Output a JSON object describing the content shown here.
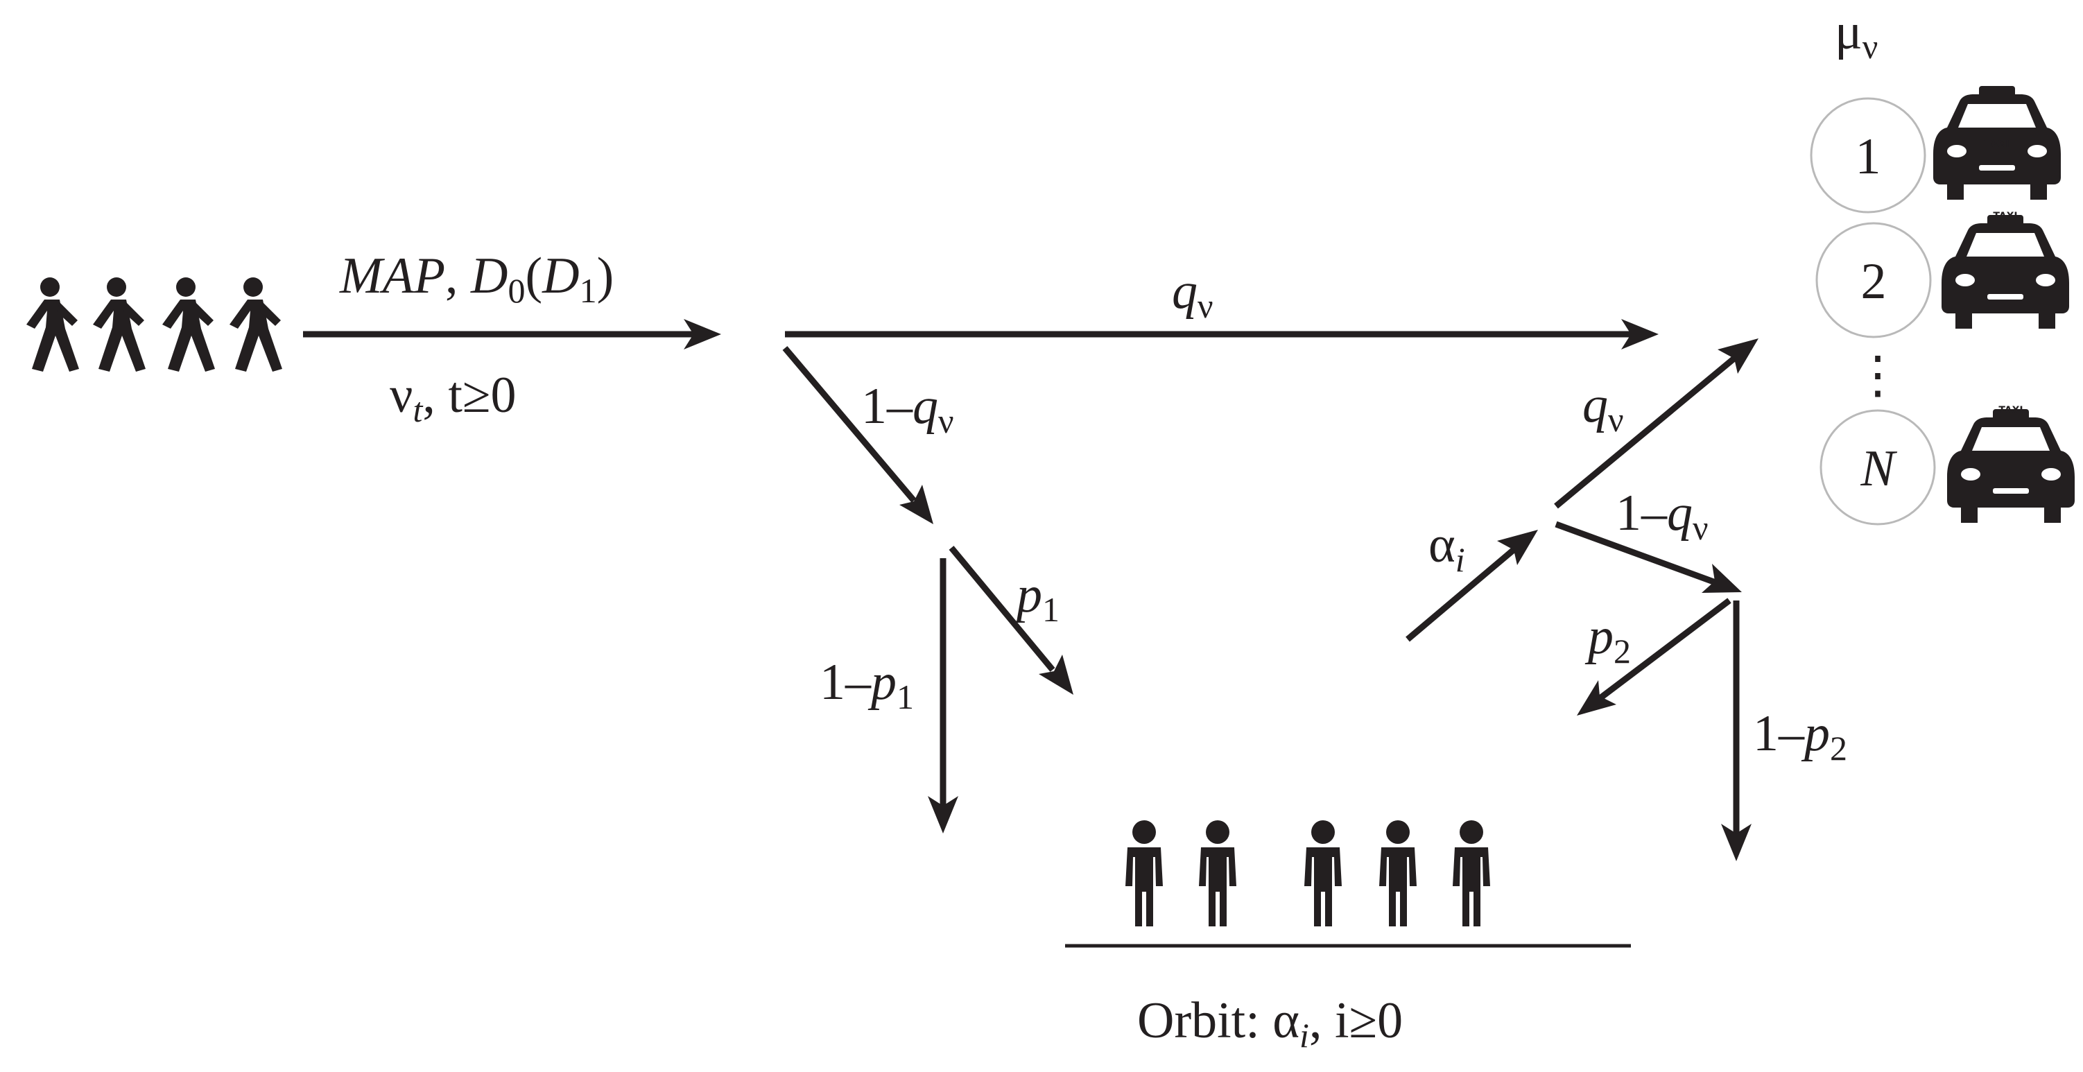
{
  "arrival": {
    "process_main": "MAP",
    "process_sep": ",",
    "d0_letter": "D",
    "d0_sub": "0",
    "paren_open": "(",
    "d1_letter": "D",
    "d1_sub": "1",
    "paren_close": ")",
    "rate_letter": "ν",
    "rate_sub": "t",
    "time_cond": ", t≥0"
  },
  "edges": {
    "top_q": "q",
    "top_q_sub": "ν",
    "left_1mq_prefix": "1–",
    "left_1mq_letter": "q",
    "left_1mq_sub": "ν",
    "left_p_letter": "p",
    "left_p_sub": "1",
    "left_1mp_prefix": "1–",
    "left_1mp_letter": "p",
    "left_1mp_sub": "1",
    "right_q_letter": "q",
    "right_q_sub": "ν",
    "right_1mq_prefix": "1–",
    "right_1mq_letter": "q",
    "right_1mq_sub": "ν",
    "alpha_letter": "α",
    "alpha_sub": "i",
    "right_p_letter": "p",
    "right_p_sub": "2",
    "right_1mp_prefix": "1–",
    "right_1mp_letter": "p",
    "right_1mp_sub": "2"
  },
  "servers": {
    "rate_letter": "μ",
    "rate_sub": "ν",
    "server_1": "1",
    "server_2": "2",
    "ellipsis": "⋮",
    "server_n": "N",
    "vehicle_sign": "TAXI"
  },
  "orbit": {
    "label_prefix": "Orbit: ",
    "alpha_letter": "α",
    "alpha_sub": "i",
    "cond": ", i≥0"
  }
}
